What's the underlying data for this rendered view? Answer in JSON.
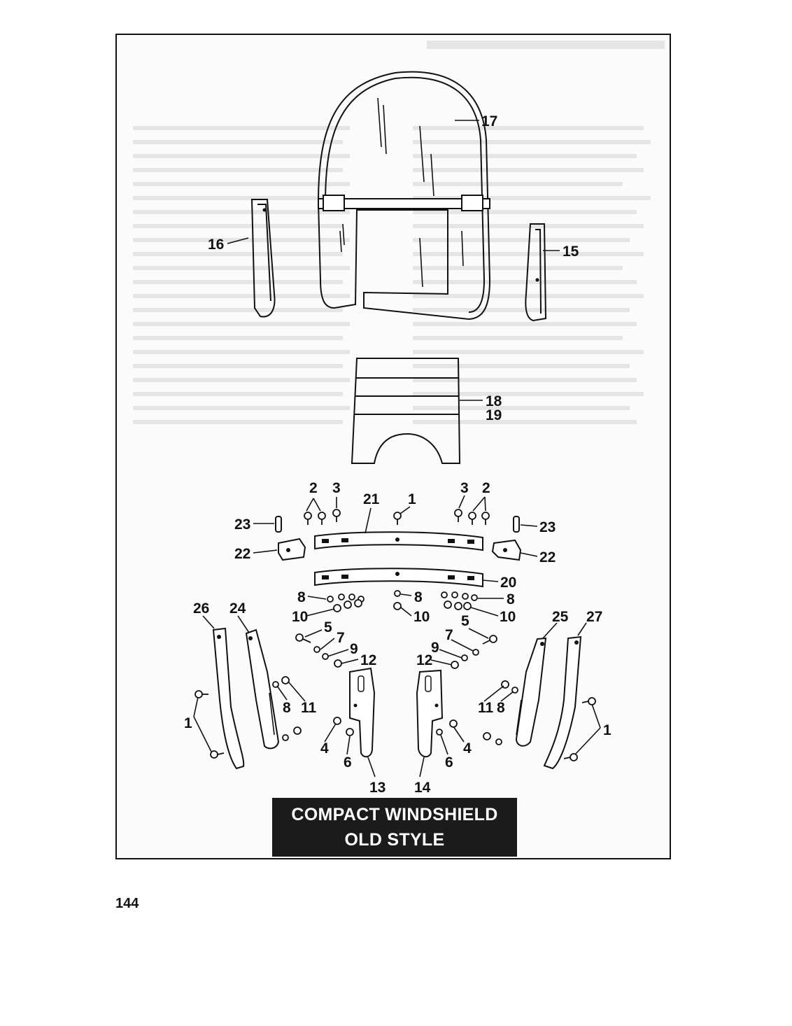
{
  "page": {
    "page_number": "144",
    "caption_line1": "COMPACT WINDSHIELD",
    "caption_line2": "OLD STYLE"
  },
  "callouts": [
    {
      "id": "c17",
      "label": "17"
    },
    {
      "id": "c16",
      "label": "16"
    },
    {
      "id": "c15",
      "label": "15"
    },
    {
      "id": "c18",
      "label": "18"
    },
    {
      "id": "c19",
      "label": "19"
    },
    {
      "id": "c2a",
      "label": "2"
    },
    {
      "id": "c3a",
      "label": "3"
    },
    {
      "id": "c21",
      "label": "21"
    },
    {
      "id": "c1a",
      "label": "1"
    },
    {
      "id": "c3b",
      "label": "3"
    },
    {
      "id": "c2b",
      "label": "2"
    },
    {
      "id": "c23a",
      "label": "23"
    },
    {
      "id": "c23b",
      "label": "23"
    },
    {
      "id": "c22a",
      "label": "22"
    },
    {
      "id": "c22b",
      "label": "22"
    },
    {
      "id": "c20",
      "label": "20"
    },
    {
      "id": "c8a",
      "label": "8"
    },
    {
      "id": "c8b",
      "label": "8"
    },
    {
      "id": "c8c",
      "label": "8"
    },
    {
      "id": "c10a",
      "label": "10"
    },
    {
      "id": "c10b",
      "label": "10"
    },
    {
      "id": "c10c",
      "label": "10"
    },
    {
      "id": "c26",
      "label": "26"
    },
    {
      "id": "c24",
      "label": "24"
    },
    {
      "id": "c25",
      "label": "25"
    },
    {
      "id": "c27",
      "label": "27"
    },
    {
      "id": "c5a",
      "label": "5"
    },
    {
      "id": "c5b",
      "label": "5"
    },
    {
      "id": "c7a",
      "label": "7"
    },
    {
      "id": "c7b",
      "label": "7"
    },
    {
      "id": "c9a",
      "label": "9"
    },
    {
      "id": "c9b",
      "label": "9"
    },
    {
      "id": "c12a",
      "label": "12"
    },
    {
      "id": "c12b",
      "label": "12"
    },
    {
      "id": "c8d",
      "label": "8"
    },
    {
      "id": "c11a",
      "label": "11"
    },
    {
      "id": "c11b",
      "label": "11"
    },
    {
      "id": "c8e",
      "label": "8"
    },
    {
      "id": "c1b",
      "label": "1"
    },
    {
      "id": "c1c",
      "label": "1"
    },
    {
      "id": "c4a",
      "label": "4"
    },
    {
      "id": "c4b",
      "label": "4"
    },
    {
      "id": "c6a",
      "label": "6"
    },
    {
      "id": "c6b",
      "label": "6"
    },
    {
      "id": "c13",
      "label": "13"
    },
    {
      "id": "c14",
      "label": "14"
    }
  ]
}
